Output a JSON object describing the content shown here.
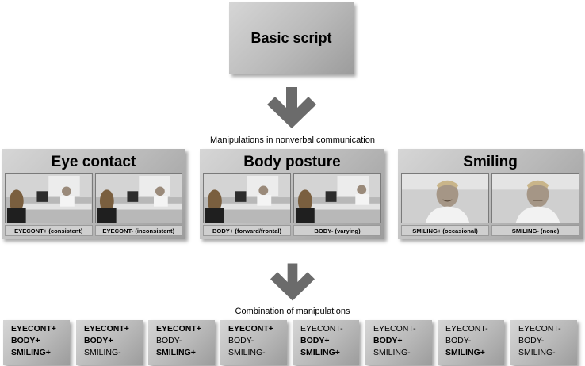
{
  "script": {
    "label": "Basic script"
  },
  "captions": {
    "manipulations": "Manipulations in nonverbal communication",
    "combination": "Combination of manipulations"
  },
  "manipulations": [
    {
      "title": "Eye contact",
      "labels": [
        "EYECONT+ (consistent)",
        "EYECONT- (inconsistent)"
      ]
    },
    {
      "title": "Body posture",
      "labels": [
        "BODY+ (forward/frontal)",
        "BODY- (varying)"
      ]
    },
    {
      "title": "Smiling",
      "labels": [
        "SMILING+ (occasional)",
        "SMILING- (none)"
      ]
    }
  ],
  "combinations": [
    {
      "lines": [
        "EYECONT+",
        "BODY+",
        "SMILING+"
      ],
      "bold": [
        true,
        true,
        true
      ]
    },
    {
      "lines": [
        "EYECONT+",
        "BODY+",
        "SMILING-"
      ],
      "bold": [
        true,
        true,
        false
      ]
    },
    {
      "lines": [
        "EYECONT+",
        "BODY-",
        "SMILING+"
      ],
      "bold": [
        true,
        false,
        true
      ]
    },
    {
      "lines": [
        "EYECONT+",
        "BODY-",
        "SMILING-"
      ],
      "bold": [
        true,
        false,
        false
      ]
    },
    {
      "lines": [
        "EYECONT-",
        "BODY+",
        "SMILING+"
      ],
      "bold": [
        false,
        true,
        true
      ]
    },
    {
      "lines": [
        "EYECONT-",
        "BODY+",
        "SMILING-"
      ],
      "bold": [
        false,
        true,
        false
      ]
    },
    {
      "lines": [
        "EYECONT-",
        "BODY-",
        "SMILING+"
      ],
      "bold": [
        false,
        false,
        true
      ]
    },
    {
      "lines": [
        "EYECONT-",
        "BODY-",
        "SMILING-"
      ],
      "bold": [
        false,
        false,
        false
      ]
    }
  ]
}
